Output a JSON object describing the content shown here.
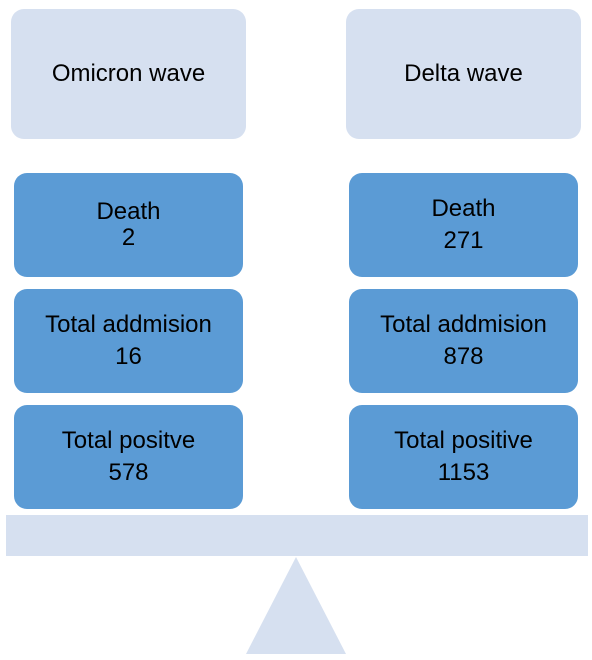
{
  "left_column": {
    "title": "Omicron wave",
    "death": {
      "label": "Death",
      "value": "2"
    },
    "admission": {
      "label": "Total addmision",
      "value": "16"
    },
    "positive": {
      "label": "Total positve",
      "value": "578"
    }
  },
  "right_column": {
    "title": "Delta wave",
    "death": {
      "label": "Death",
      "value": "271"
    },
    "admission": {
      "label": "Total addmision",
      "value": "878"
    },
    "positive": {
      "label": "Total positive",
      "value": "1153"
    }
  },
  "colors": {
    "header_fill": "#d6e0f0",
    "stat_fill": "#5b9bd5",
    "scale_fill": "#d6e0f0"
  }
}
